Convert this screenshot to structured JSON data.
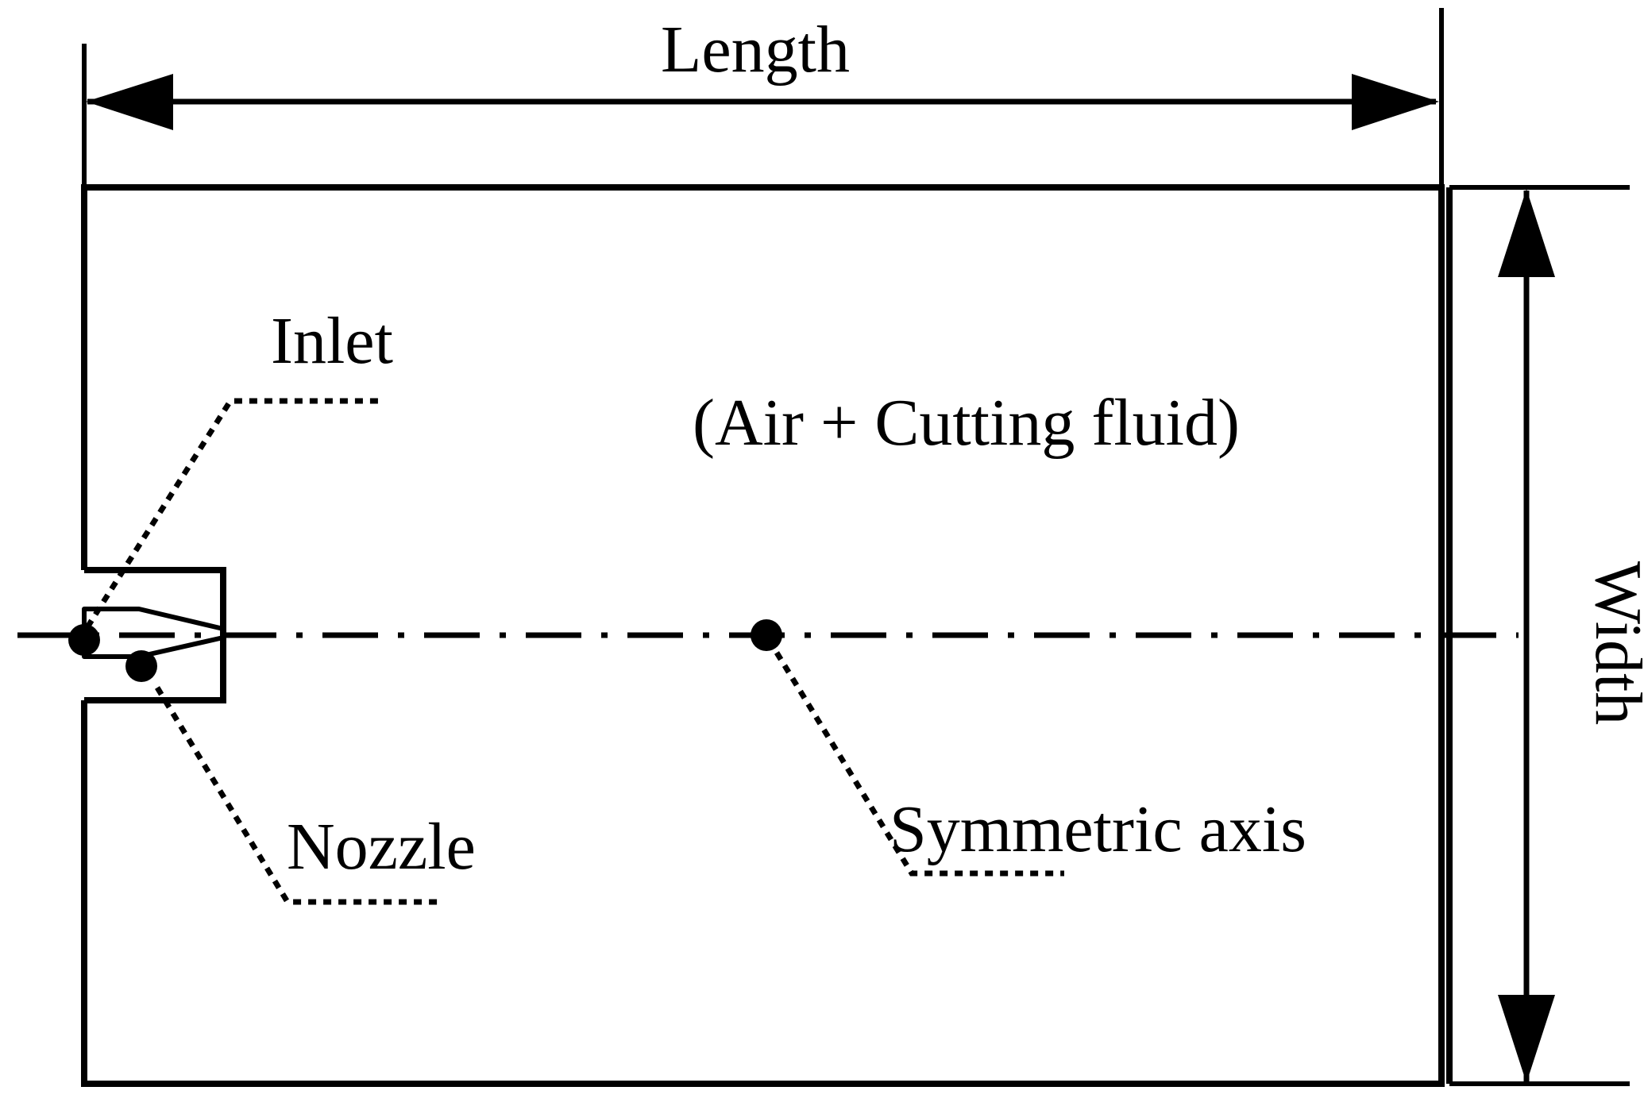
{
  "labels": {
    "length": "Length",
    "width": "Width",
    "inlet": "Inlet",
    "nozzle": "Nozzle",
    "domain": "(Air + Cutting fluid)",
    "symmetric_axis": "Symmetric axis"
  },
  "colors": {
    "ink": "#000000",
    "background": "#ffffff"
  }
}
